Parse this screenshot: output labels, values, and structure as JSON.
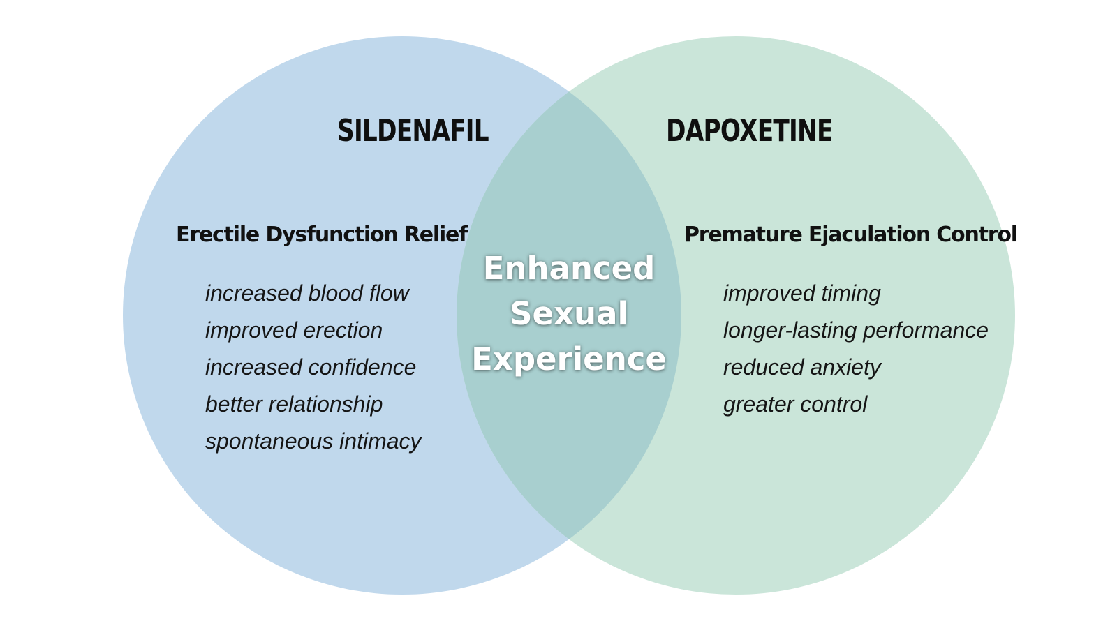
{
  "colors": {
    "left_circle": "#c0d8ec",
    "right_circle": "#cae5d9",
    "overlap": "#a8cfcf",
    "text": "#111111",
    "center_text": "#ffffff"
  },
  "left": {
    "title": "SILDENAFIL",
    "subtitle": "Erectile Dysfunction Relief",
    "items": [
      "increased blood flow",
      "improved erection",
      "increased confidence",
      "better relationship",
      "spontaneous intimacy"
    ]
  },
  "right": {
    "title": "DAPOXETINE",
    "subtitle": "Premature Ejaculation Control",
    "items": [
      "improved timing",
      "longer-lasting performance",
      "reduced anxiety",
      "greater control"
    ]
  },
  "overlap": {
    "lines": [
      "Enhanced",
      "Sexual",
      "Experience"
    ]
  }
}
